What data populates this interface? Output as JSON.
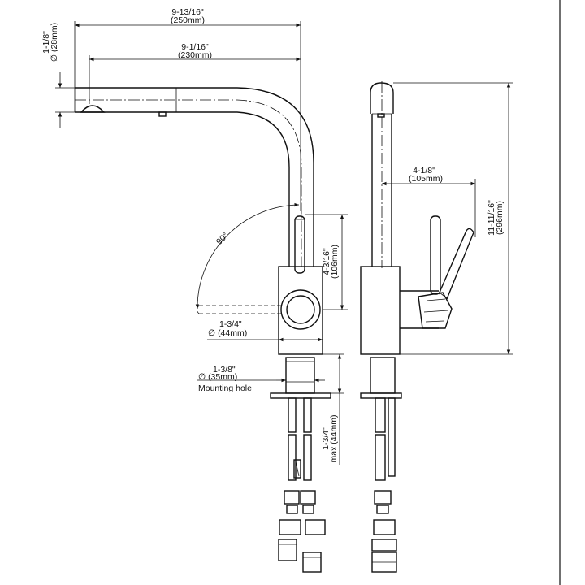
{
  "diagram": {
    "dimensions": {
      "overall_reach": {
        "imperial": "9-13/16\"",
        "metric": "(250mm)"
      },
      "spout_reach": {
        "imperial": "9-1/16\"",
        "metric": "(230mm)"
      },
      "spout_diameter": {
        "imperial": "1-1/8\"",
        "metric": "∅ (28mm)"
      },
      "lever_angle": "90°",
      "lever_height": {
        "imperial": "4-3/16\"",
        "metric": "(106mm)"
      },
      "body_diameter": {
        "imperial": "1-3/4\"",
        "metric": "∅ (44mm)"
      },
      "mounting_hole": {
        "imperial": "1-3/8\"",
        "metric": "∅ (35mm)",
        "label": "Mounting hole"
      },
      "max_deck": {
        "imperial": "1-3/4\"",
        "metric": "max (44mm)"
      },
      "lever_offset": {
        "imperial": "4-1/8\"",
        "metric": "(105mm)"
      },
      "overall_height": {
        "imperial": "11-11/16\"",
        "metric": "(296mm)"
      }
    },
    "colors": {
      "line": "#111111",
      "background": "#ffffff"
    }
  }
}
